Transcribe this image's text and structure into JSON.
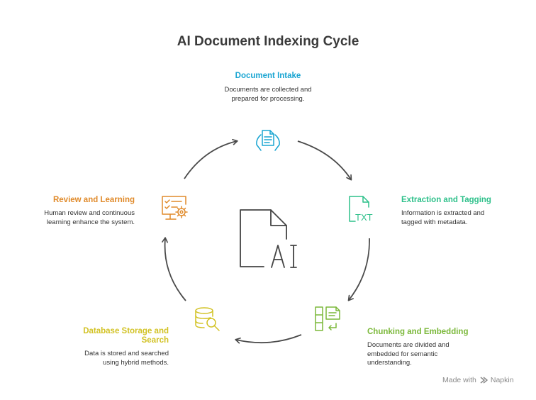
{
  "title": "AI Document Indexing Cycle",
  "colors": {
    "intake": "#1aa5d2",
    "extraction": "#2dc08a",
    "chunking": "#7bb83a",
    "database": "#d2c224",
    "review": "#e08a2a",
    "arrow": "#4a4a4a"
  },
  "stages": [
    {
      "name": "Document Intake",
      "desc_lines": [
        "Documents are collected and",
        "prepared for processing."
      ],
      "icon": "document-hand-icon"
    },
    {
      "name": "Extraction and Tagging",
      "desc_lines": [
        "Information is extracted and",
        "tagged with metadata."
      ],
      "icon": "txt-file-icon"
    },
    {
      "name": "Chunking and Embedding",
      "desc_lines": [
        "Documents are divided and",
        "embedded for semantic",
        "understanding."
      ],
      "icon": "chunks-icon"
    },
    {
      "name_lines": [
        "Database Storage and",
        "Search"
      ],
      "desc_lines": [
        "Data is stored and searched",
        "using hybrid methods."
      ],
      "icon": "database-search-icon"
    },
    {
      "name": "Review and Learning",
      "desc_lines": [
        "Human review and continuous",
        "learning enhance the system."
      ],
      "icon": "monitor-gear-icon"
    }
  ],
  "center_label": "AI",
  "footer": {
    "made_with": "Made with",
    "brand": "Napkin"
  }
}
